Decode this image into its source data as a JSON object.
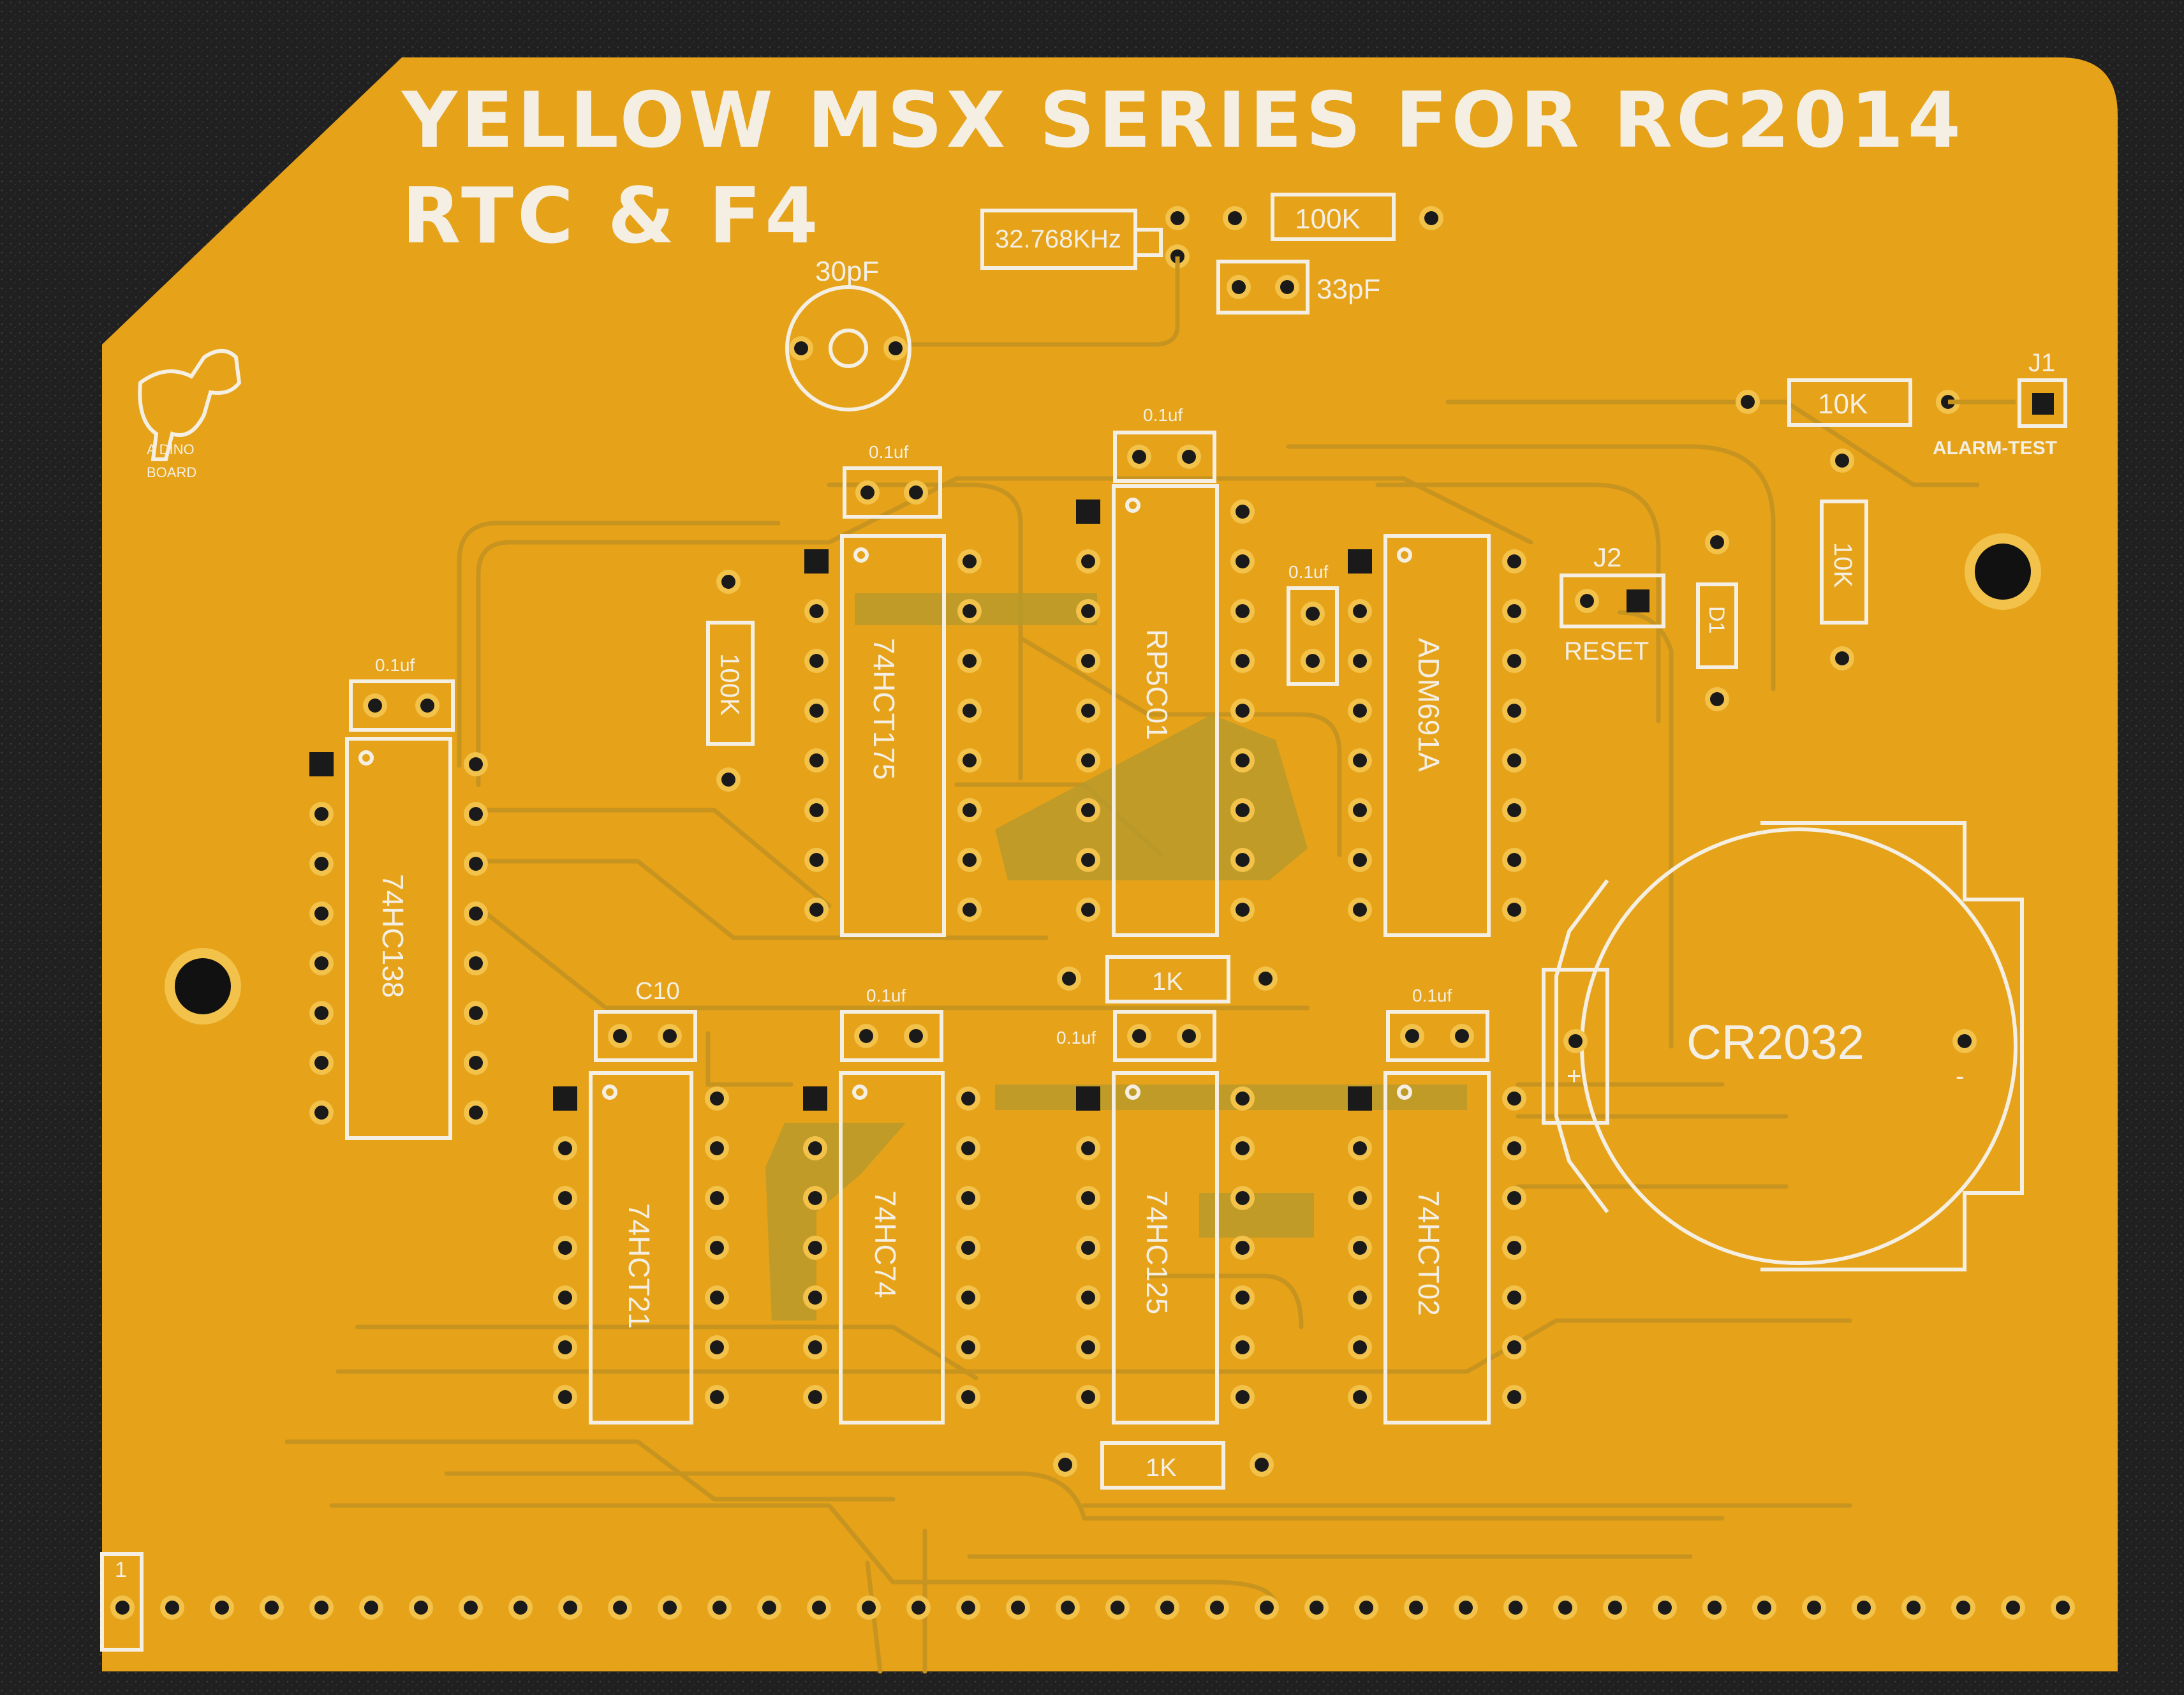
{
  "board": {
    "title": "YELLOW MSX SERIES FOR RC2014",
    "subtitle": "RTC & F4",
    "logo_line1": "A DINO",
    "logo_line2": "BOARD",
    "colors": {
      "background": "#1c1c1c",
      "board": "#e6a219",
      "copper": "#b89a2b",
      "silkscreen": "#f4efe2",
      "pad": "#1a1a1a",
      "pad_ring": "#f2c24a"
    }
  },
  "components": {
    "crystal": "32.768KHz",
    "cap_30pf": "30pF",
    "cap_33pf": "33pF",
    "r_100k_top": "100K",
    "r_100k_left": "100K",
    "r_10k_top": "10K",
    "r_10k_side": "10K",
    "r_1k_mid": "1K",
    "r_1k_bot": "1K",
    "j1": "J1",
    "alarm_test": "ALARM-TEST",
    "j2": "J2",
    "reset": "RESET",
    "d1": "D1",
    "c10": "C10",
    "battery": "CR2032",
    "battery_plus": "+",
    "battery_minus": "-",
    "pin1": "1",
    "decap": "0.1uf",
    "decap_mid": "0.1uf",
    "ic_74hc138": "74HC138",
    "ic_74hct175": "74HCT175",
    "ic_rp5c01": "RP5C01",
    "ic_adm691a": "ADM691A",
    "ic_74hct21": "74HCT21",
    "ic_74hc74": "74HC74",
    "ic_74hc125": "74HC125",
    "ic_74hct02": "74HCT02"
  }
}
